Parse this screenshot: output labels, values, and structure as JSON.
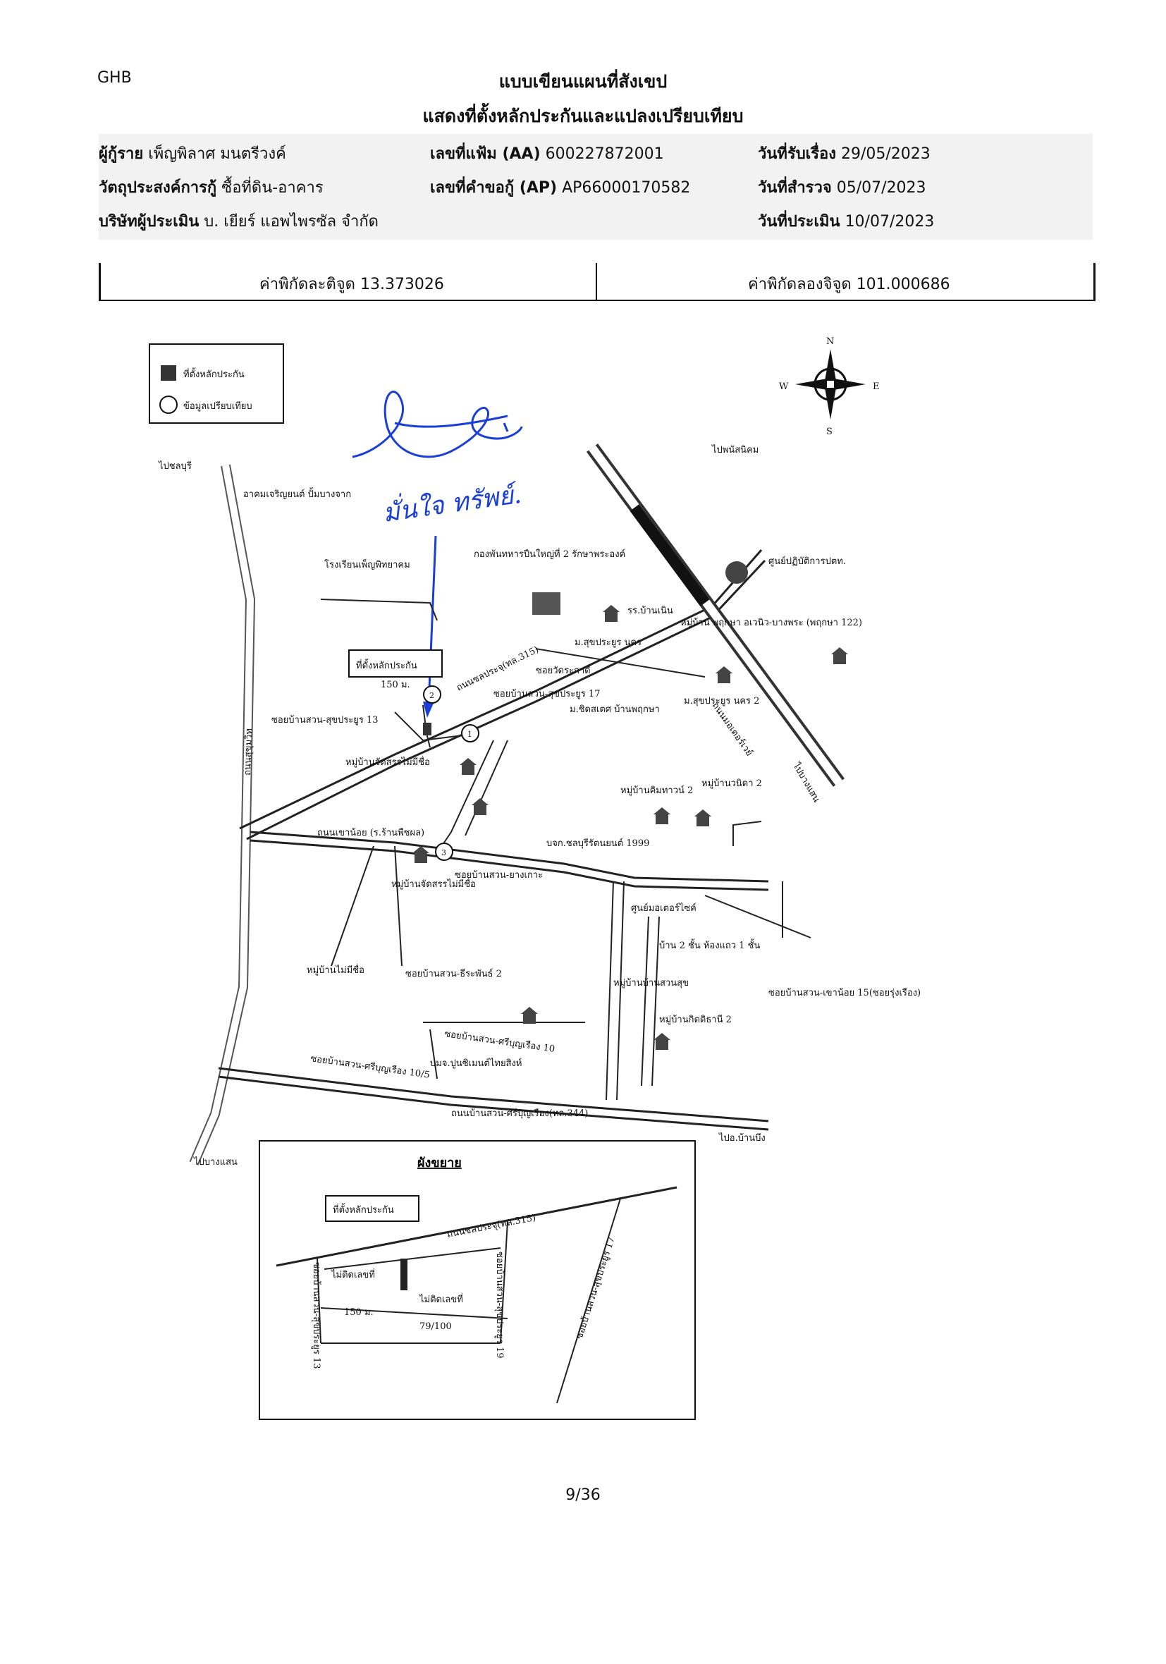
{
  "header": {
    "org": "GHB",
    "title_line1": "แบบเขียนแผนที่สังเขป",
    "title_line2": "แสดงที่ตั้งหลักประกันและแปลงเปรียบเทียบ"
  },
  "info": {
    "borrower_label": "ผู้กู้ราย",
    "borrower_value": "เพ็ญพิลาศ มนตรีวงค์",
    "purpose_label": "วัตถุประสงค์การกู้",
    "purpose_value": "ซื้อที่ดิน-อาคาร",
    "appraiser_label": "บริษัทผู้ประเมิน",
    "appraiser_value": "บ. เยียร์ แอพไพรซัล จำกัด",
    "file_no_label": "เลขที่แฟ้ม (AA)",
    "file_no_value": "600227872001",
    "app_no_label": "เลขที่คำขอกู้ (AP)",
    "app_no_value": "AP66000170582",
    "received_label": "วันที่รับเรื่อง",
    "received_value": "29/05/2023",
    "survey_label": "วันที่สำรวจ",
    "survey_value": "05/07/2023",
    "appraised_label": "วันที่ประเมิน",
    "appraised_value": "10/07/2023"
  },
  "coords": {
    "lat_label": "ค่าพิกัดละติจูด",
    "lat_value": "13.373026",
    "lon_label": "ค่าพิกัดลองจิจูด",
    "lon_value": "101.000686"
  },
  "legend": {
    "collateral": "ที่ตั้งหลักประกัน",
    "comparison": "ข้อมูลเปรียบเทียบ"
  },
  "compass": {
    "n": "N",
    "s": "S",
    "e": "E",
    "w": "W"
  },
  "signature_text": "มั่นใจ ทรัพย์.",
  "map_labels": {
    "top_left_dest": "ไปชลบุรี",
    "top_right_dest": "ไปพนัสนิคม",
    "bottom_left_dest": "ไปบางแสน",
    "bottom_right_dest": "ไปอ.บ้านบึง",
    "right_dest": "ไปบางแสน",
    "collateral_callout": "ที่ตั้งหลักประกัน",
    "distance": "150 ม.",
    "road_315": "ถนนชลประจุ(ทล.315)",
    "road_344": "ถนนบ้านสวน-ศรีบุญเรือง(ทล.344)",
    "road_sukhumvit": "ถนนสุขุมวิท",
    "road_hua_ngam": "ถนนเขาน้อย (ร.ร้านพืชผล)",
    "road_motorway": "ถนนมอเตอร์เวย์",
    "soi_13": "ซอยบ้านสวน-สุขประยูร 13",
    "soi_17": "ซอยบ้านสวน-สุขประยูร 17",
    "soi_2": "ซอยบ้านสวน-ธีระพันธ์ 2",
    "soi_10": "ซอยบ้านสวน-ศรีบุญเรือง 10",
    "soi_105": "ซอยบ้านสวน-ศรีบุญเรือง 10/5",
    "soi_15": "ซอยบ้านสวน-เขาน้อย 15(ซอยรุ่งเรือง)",
    "village_jatsan": "หมู่บ้านจัดสรรไม่มีชื่อ",
    "village_2": "หมู่บ้านจัดสรรไม่มีชื่อ",
    "village_nameless": "หมู่บ้านไม่มีชื่อ",
    "village_ban_suan": "หมู่บ้านบ้านสวนสุข",
    "village_kit": "หมู่บ้านกิตติธานี 2",
    "village_phrueksa": "หมู่บ้าน พฤกษา อเวนิว-บางพระ (พฤกษา 122)",
    "village_khet": "หมู่บ้านคิมทาวน์ 2",
    "village_wila": "หมู่บ้านวนิดา 2",
    "school": "โรงเรียนเพ็ญพิทยาคม",
    "military": "กองพันทหารปืนใหญ่ที่ 2 รักษาพระองค์",
    "ptt": "ศูนย์ปฏิบัติการปตท.",
    "market": "อาคมเจริญยนต์ ปั้มบางจาก",
    "mu_suk": "ม.สุขประยูร นคร",
    "mu_suk2": "ม.สุขประยูร นคร 2",
    "mu_chitsadet": "ม.ชิดสเตศ บ้านพฤกษา",
    "rr_wat": "รร.บ้านเนิน",
    "dealer": "บจก.ชลบุรีรัตนยนต์ 1999",
    "house": "บ้าน 2 ชั้น ห้องแถว 1 ชั้น",
    "soi_yang": "ซอยบ้านสวน-ยางเกาะ",
    "soi_ra": "ซอยวัดระกาดี",
    "car_center": "ศูนย์มอเตอร์ไซค์",
    "bsc": "บมจ.ปูนซิเมนต์ไทยสิงห์",
    "marker1": "1",
    "marker2": "2",
    "marker3": "3"
  },
  "inset": {
    "title": "ผังขยาย",
    "callout": "ที่ตั้งหลักประกัน",
    "road": "ถนนชลประจุ(ทล.315)",
    "soi_17": "ซอยบ้านสวน-สุขประยูร 17",
    "soi_19": "ซอยบ้านสวน-สุขประยูร 19",
    "soi_13": "ซอยบ้านสวน-สุขประยูร 13",
    "no_number1": "ไม่ติดเลขที่",
    "no_number2": "ไม่ติดเลขที่",
    "distance": "150 ม.",
    "house_no": "79/100"
  },
  "footer": {
    "page": "9/36"
  },
  "colors": {
    "signature": "#1a3fd6",
    "road": "#333333",
    "background": "#ffffff"
  }
}
